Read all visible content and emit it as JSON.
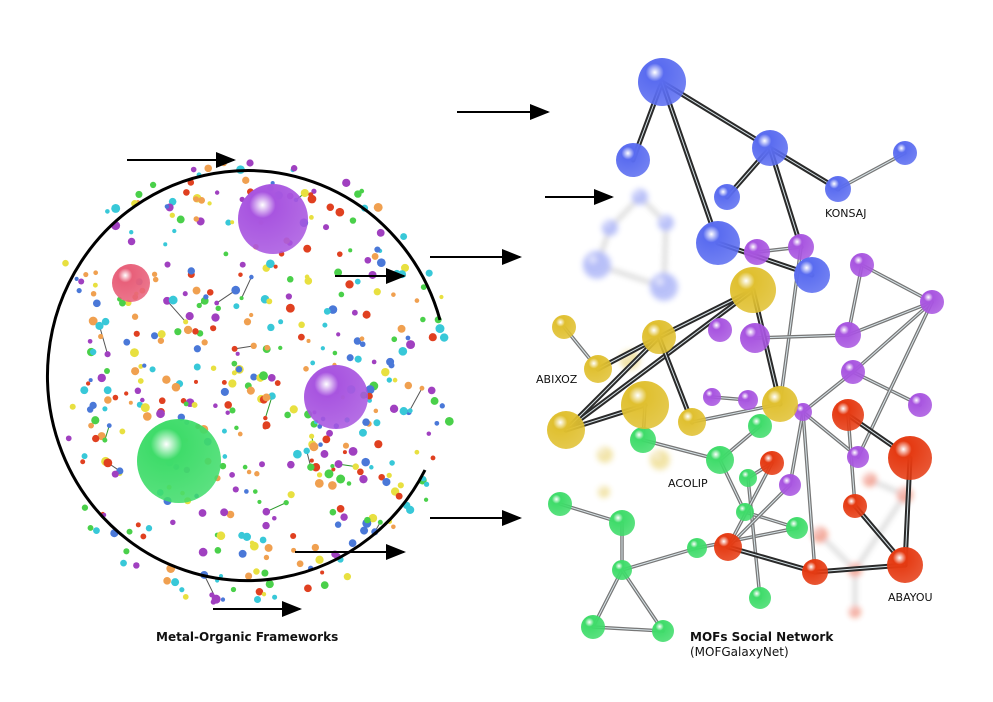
{
  "left_caption": "Metal-Organic Frameworks",
  "right_caption": "MOFs Social Network",
  "right_subcaption": "(MOFGalaxyNet)",
  "node_labels": {
    "konsaj": "KONSAJ",
    "abixoz": "ABIXOZ",
    "acolip": "ACOLIP",
    "abayou": "ABAYOU"
  },
  "colors": {
    "blue": "#5a6cf0",
    "purple": "#a855e0",
    "yellow": "#e0c030",
    "green": "#3fdc6a",
    "red": "#e53a12",
    "pink": "#e8607a"
  }
}
